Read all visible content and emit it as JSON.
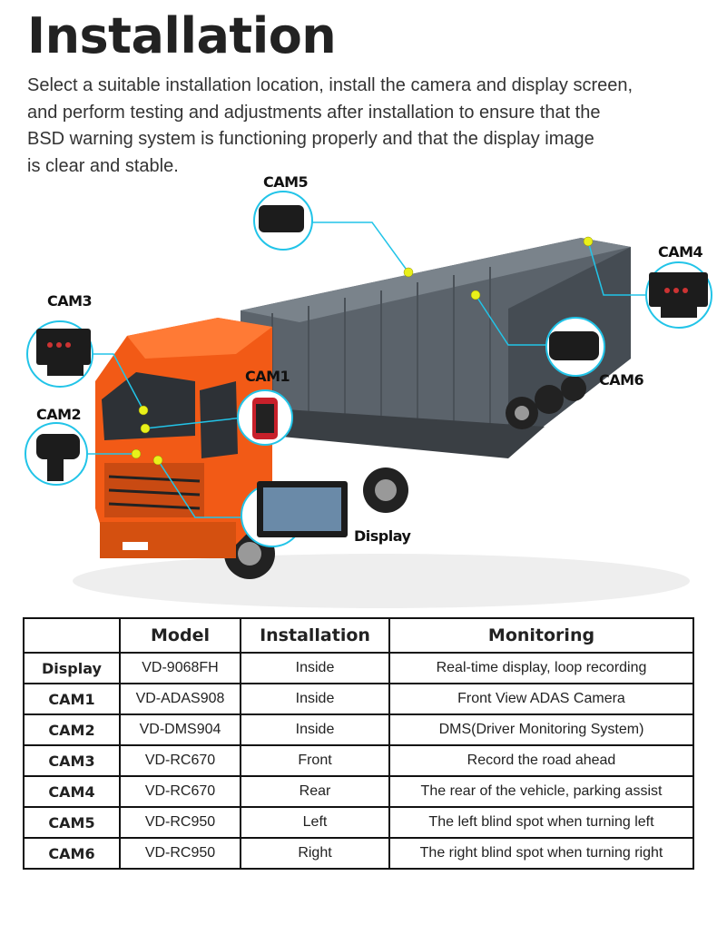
{
  "title": "Installation",
  "intro_lines": [
    "Select a suitable installation location, install the camera and display screen,",
    "and perform testing and adjustments after installation to ensure that the",
    "BSD warning system is functioning properly and that the display image",
    "is clear and stable."
  ],
  "callouts": {
    "cam1": "CAM1",
    "cam2": "CAM2",
    "cam3": "CAM3",
    "cam4": "CAM4",
    "cam5": "CAM5",
    "cam6": "CAM6",
    "display": "Display"
  },
  "colors": {
    "cab": "#f25a16",
    "container": "#5b636b",
    "callout_line": "#22c4e8",
    "dot": "#e9f01a"
  },
  "table": {
    "headers": [
      "",
      "Model",
      "Installation",
      "Monitoring"
    ],
    "rows": [
      [
        "Display",
        "VD-9068FH",
        "Inside",
        "Real-time display, loop recording"
      ],
      [
        "CAM1",
        "VD-ADAS908",
        "Inside",
        "Front View ADAS Camera"
      ],
      [
        "CAM2",
        "VD-DMS904",
        "Inside",
        "DMS(Driver Monitoring System)"
      ],
      [
        "CAM3",
        "VD-RC670",
        "Front",
        "Record the road ahead"
      ],
      [
        "CAM4",
        "VD-RC670",
        "Rear",
        "The rear of the vehicle, parking assist"
      ],
      [
        "CAM5",
        "VD-RC950",
        "Left",
        "The left blind spot when turning left"
      ],
      [
        "CAM6",
        "VD-RC950",
        "Right",
        "The right blind spot when turning right"
      ]
    ]
  }
}
